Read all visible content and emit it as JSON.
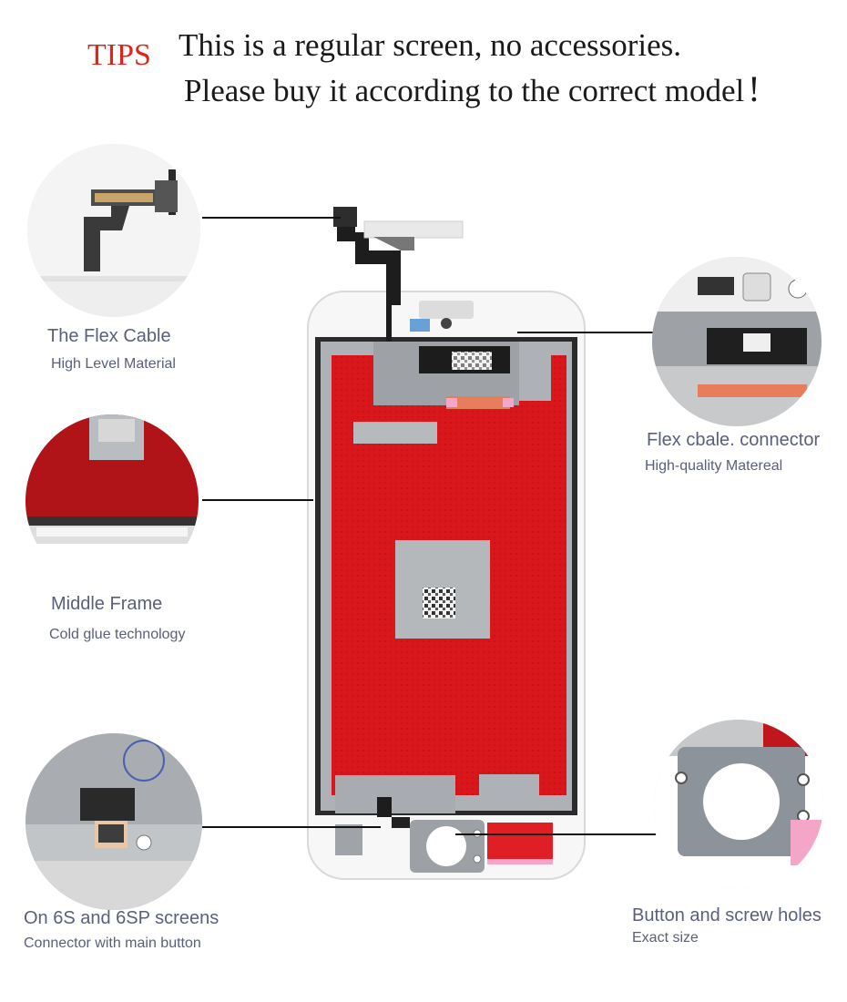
{
  "header": {
    "tips_label": "TIPS",
    "line1": "This is a regular screen, no accessories.",
    "line2": "Please buy it according to the correct model",
    "line2_mark": "!"
  },
  "callouts": {
    "flex_cable": {
      "title": "The Flex Cable",
      "subtitle": "High Level Material"
    },
    "middle_frame": {
      "title": "Middle Frame",
      "subtitle": "Cold glue technology"
    },
    "six_s_screens": {
      "title": "On 6S and 6SP screens",
      "subtitle": "Connector with main button"
    },
    "flex_connector": {
      "title": "Flex cbale. connector",
      "subtitle": "High-quality Matereal"
    },
    "button_holes": {
      "title": "Button and screw holes",
      "subtitle": "Exact size"
    }
  },
  "colors": {
    "tips_red": "#e0241b",
    "caption": "#5a5f7a",
    "shield_red": "#d8161b",
    "frame_gray": "#aeb1b5"
  }
}
